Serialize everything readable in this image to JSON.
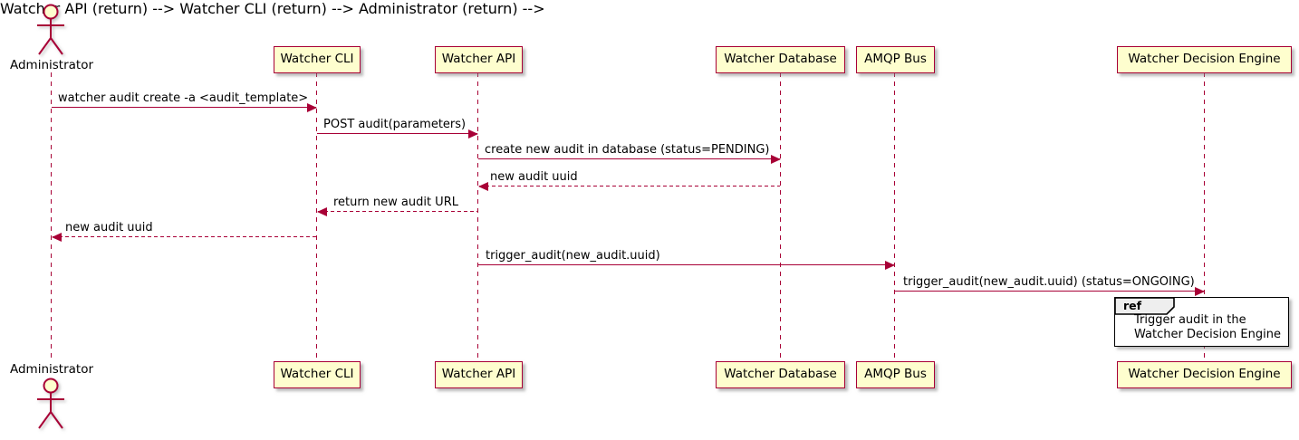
{
  "diagram": {
    "kind": "uml-sequence-diagram"
  },
  "colors": {
    "accent": "#A80036",
    "participant_fill": "#FEFECE",
    "ref_header_fill": "#EEEEEE",
    "ref_border": "#000000",
    "background": "#FFFFFF"
  },
  "actor": {
    "label": "Administrator"
  },
  "participants": [
    {
      "label": "Watcher CLI"
    },
    {
      "label": "Watcher API"
    },
    {
      "label": "Watcher Database"
    },
    {
      "label": "AMQP Bus"
    },
    {
      "label": "Watcher Decision Engine"
    }
  ],
  "messages": [
    {
      "from": "Administrator",
      "to": "Watcher CLI",
      "style": "solid",
      "text": "watcher audit create -a <audit_template>"
    },
    {
      "from": "Watcher CLI",
      "to": "Watcher API",
      "style": "solid",
      "text": "POST audit(parameters)"
    },
    {
      "from": "Watcher API",
      "to": "Watcher Database",
      "style": "solid",
      "text": "create new audit in database (status=PENDING)"
    },
    {
      "from": "Watcher Database",
      "to": "Watcher API",
      "style": "dashed",
      "text": "new audit uuid"
    },
    {
      "from": "Watcher API",
      "to": "Watcher CLI",
      "style": "dashed",
      "text": "return new audit URL"
    },
    {
      "from": "Watcher CLI",
      "to": "Administrator",
      "style": "dashed",
      "text": "new audit uuid"
    },
    {
      "from": "Watcher API",
      "to": "AMQP Bus",
      "style": "solid",
      "text": "trigger_audit(new_audit.uuid)"
    },
    {
      "from": "AMQP Bus",
      "to": "Watcher Decision Engine",
      "style": "solid",
      "text": "trigger_audit(new_audit.uuid) (status=ONGOING)"
    }
  ],
  "ref": {
    "keyword": "ref",
    "line1": "Trigger audit in the",
    "line2": "Watcher Decision Engine"
  }
}
